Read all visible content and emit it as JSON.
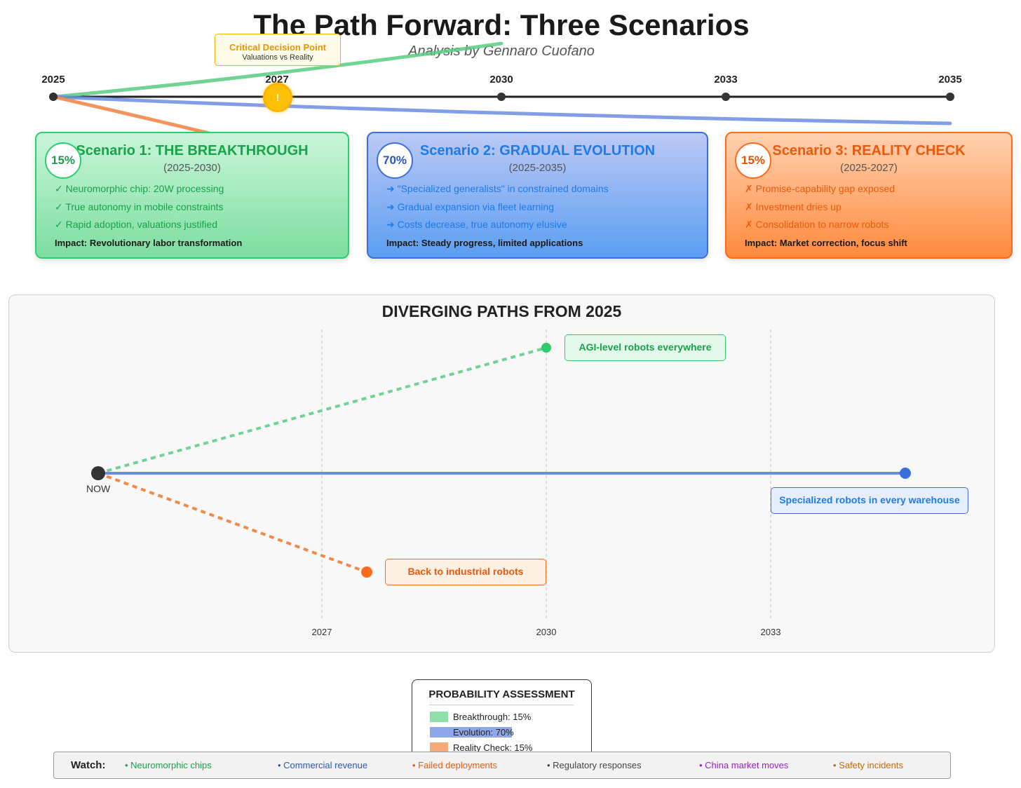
{
  "header": {
    "title": "The Path Forward: Three Scenarios",
    "subtitle": "Analysis by Gennaro Cuofano"
  },
  "timeline": {
    "years": [
      "2025",
      "2027",
      "2030",
      "2033",
      "2035"
    ],
    "decision_point": {
      "title": "Critical Decision Point",
      "subtitle": "Valuations vs Reality",
      "marker": "!"
    },
    "colors": {
      "breakthrough": "#58cc82",
      "evolution": "#6b8de3",
      "reality": "#f08a4b",
      "axis": "#222222"
    }
  },
  "scenarios": [
    {
      "probability": "15%",
      "title": "Scenario 1: THE BREAKTHROUGH",
      "period": "(2025-2030)",
      "points": [
        "✓ Neuromorphic chip: 20W processing",
        "✓ True autonomy in mobile constraints",
        "✓ Rapid adoption, valuations justified"
      ],
      "impact": "Impact: Revolutionary labor transformation",
      "color": "#2ecc71"
    },
    {
      "probability": "70%",
      "title": "Scenario 2: GRADUAL EVOLUTION",
      "period": "(2025-2035)",
      "points": [
        "➜ \"Specialized generalists\" in constrained domains",
        "➜ Gradual expansion via fleet learning",
        "➜ Costs decrease, true autonomy elusive"
      ],
      "impact": "Impact: Steady progress, limited applications",
      "color": "#3b6fdc"
    },
    {
      "probability": "15%",
      "title": "Scenario 3: REALITY CHECK",
      "period": "(2025-2027)",
      "points": [
        "✗ Promise-capability gap exposed",
        "✗ Investment dries up",
        "✗ Consolidation to narrow robots"
      ],
      "impact": "Impact: Market correction, focus shift",
      "color": "#ff6a1a"
    }
  ],
  "diverging": {
    "title": "DIVERGING PATHS FROM 2025",
    "now_label": "NOW",
    "axis_years": [
      "2027",
      "2030",
      "2033"
    ],
    "outcomes": {
      "breakthrough": "AGI-level robots everywhere",
      "evolution": "Specialized robots in every warehouse",
      "reality": "Back to industrial robots"
    }
  },
  "probability": {
    "title": "PROBABILITY ASSESSMENT",
    "items": [
      {
        "label": "Breakthrough: 15%",
        "value": 15,
        "color": "#8ee0a8"
      },
      {
        "label": "Evolution: 70%",
        "value": 70,
        "color": "#8fa8ec"
      },
      {
        "label": "Reality Check: 15%",
        "value": 15,
        "color": "#f7a877"
      }
    ]
  },
  "watch": {
    "label": "Watch:",
    "items": [
      {
        "text": "• Neuromorphic chips",
        "color": "#16a34a"
      },
      {
        "text": "• Commercial revenue",
        "color": "#2a56b8"
      },
      {
        "text": "• Failed deployments",
        "color": "#ea5a0c"
      },
      {
        "text": "• Regulatory responses",
        "color": "#444444"
      },
      {
        "text": "• China market moves",
        "color": "#9b1fc7"
      },
      {
        "text": "• Safety incidents",
        "color": "#c96a00"
      }
    ]
  }
}
